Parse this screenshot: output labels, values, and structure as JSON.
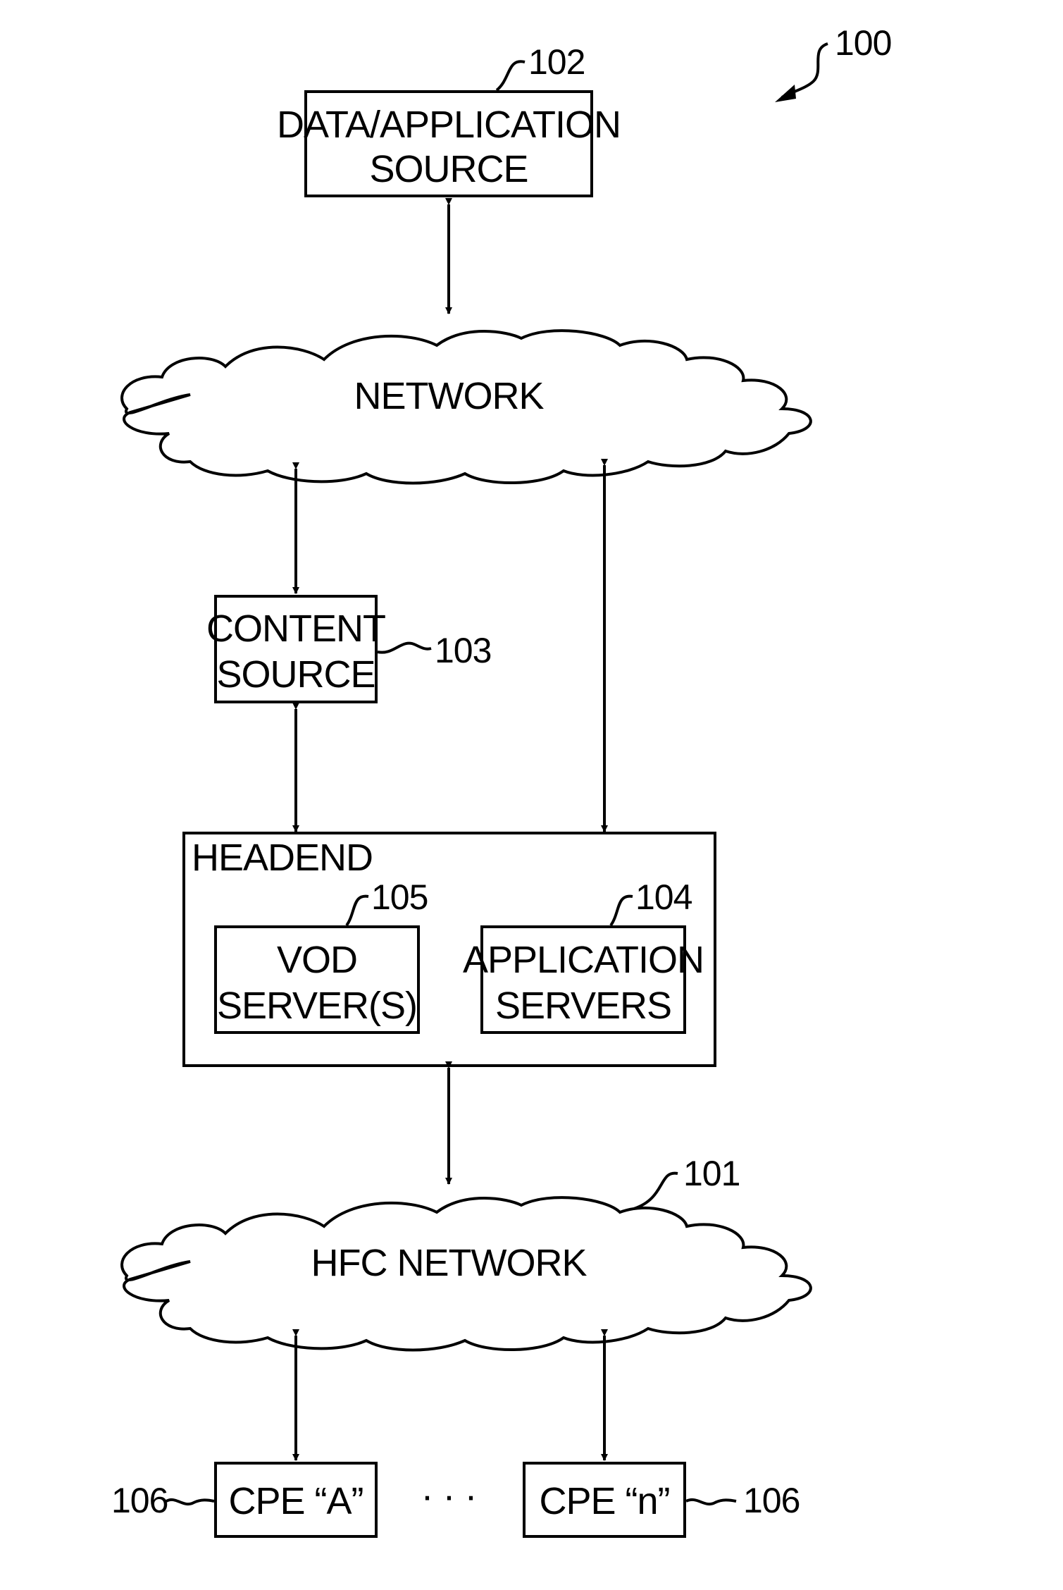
{
  "figure_ref": "100",
  "nodes": {
    "data_source": {
      "line1": "DATA/APPLICATION",
      "line2": "SOURCE",
      "ref": "102"
    },
    "network": {
      "label": "NETWORK"
    },
    "content_source": {
      "line1": "CONTENT",
      "line2": "SOURCE",
      "ref": "103"
    },
    "headend": {
      "label": "HEADEND",
      "vod": {
        "line1": "VOD",
        "line2": "SERVER(S)",
        "ref": "105"
      },
      "app_servers": {
        "line1": "APPLICATION",
        "line2": "SERVERS",
        "ref": "104"
      }
    },
    "hfc_network": {
      "label": "HFC  NETWORK",
      "ref": "101"
    },
    "cpe_a": {
      "label": "CPE “A”",
      "ref": "106"
    },
    "cpe_n": {
      "label": "CPE “n”",
      "ref": "106"
    },
    "ellipsis": "· · ·"
  }
}
